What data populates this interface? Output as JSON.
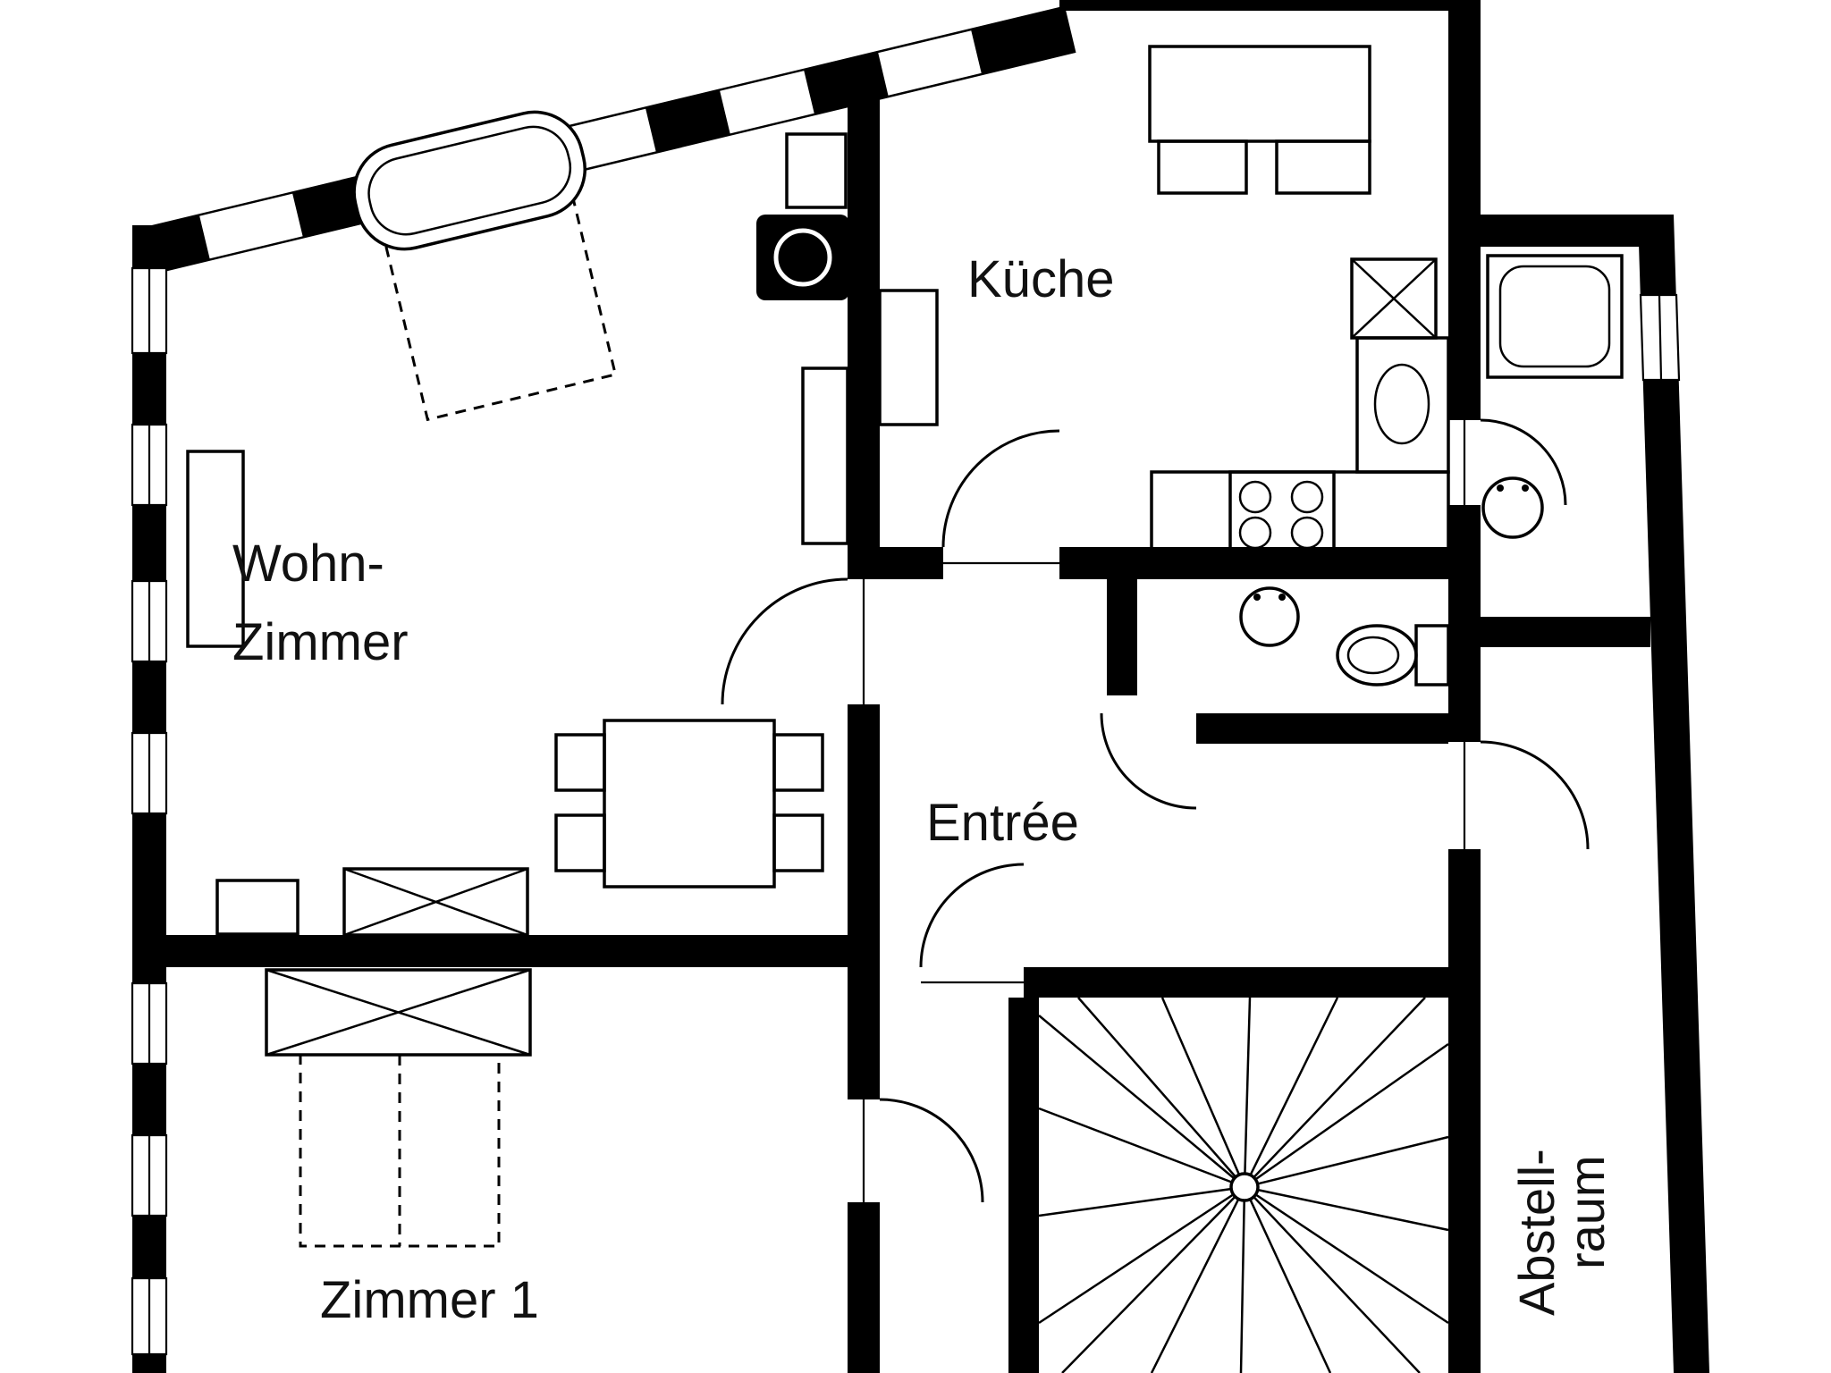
{
  "plan": {
    "rooms": {
      "kueche": {
        "label": "Küche"
      },
      "wohnzimmer": {
        "label_line1": "Wohn-",
        "label_line2": "Zimmer"
      },
      "entree": {
        "label": "Entrée"
      },
      "zimmer1": {
        "label": "Zimmer 1"
      },
      "abstellraum": {
        "label_line1": "Abstell-",
        "label_line2": "raum"
      }
    },
    "colors": {
      "wall": "#000000",
      "background": "#ffffff",
      "text": "#111111"
    }
  }
}
